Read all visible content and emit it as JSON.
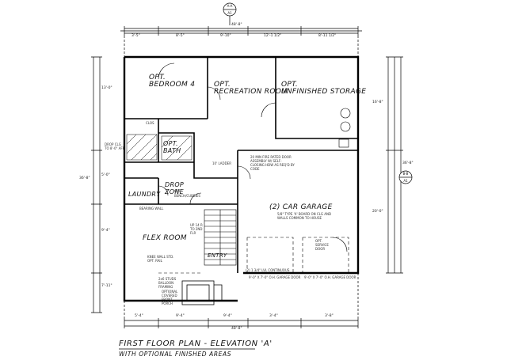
{
  "plan": {
    "title": "FIRST FLOOR PLAN - ELEVATION 'A'",
    "subtitle": "WITH OPTIONAL FINISHED AREAS",
    "overall_dims": {
      "top": "48'-8\"",
      "bottom": "48'-8\"",
      "left": "36'-8\"",
      "right": "36'-8\""
    },
    "rooms": {
      "bedroom": {
        "line1": "OPT.",
        "line2": "BEDROOM 4"
      },
      "recreation": {
        "line1": "OPT.",
        "line2": "RECREATION ROOM"
      },
      "storage": {
        "line1": "OPT.",
        "line2": "UNFINISHED STORAGE"
      },
      "bath": {
        "line1": "OPT.",
        "line2": "BATH"
      },
      "drop_zone": {
        "line1": "DROP",
        "line2": "ZONE"
      },
      "laundry": "LAUNDRY",
      "garage": "(2) CAR GARAGE",
      "flex": "FLEX ROOM",
      "entry": "ENTRY"
    },
    "notes": {
      "closet": "CLOS",
      "bench": "BENCH/CUBBIES",
      "opt": "OPT.",
      "bearing_wall": "BEARING WALL",
      "ladder": "10' LADDER",
      "fire_door": "20 MIN FIRE RATED DOOR ASSEMBLY W/ SELF-CLOSING HDW AS REQ'D BY CODE",
      "garage_note": "5/8\" TYPE 'X' BOARD ON CLG AND WALLS COMMON TO HOUSE",
      "service_door": "OPT. SERVICE DOOR",
      "garage_door_1": "9'-0\" X 7'-0\" O.H. GARAGE DOOR",
      "garage_door_2": "9'-0\" X 7'-0\" O.H. GARAGE DOOR",
      "porch": "OPTIONAL COVERED FRONT PORCH",
      "stairs": "UP 14 R TO 2ND FLR",
      "knee_wall": "KNEE WALL STD. OPT. RAIL",
      "stud_balloon": "2x6 STUDS BALLOON FRAMING",
      "lvl": "(2) 1 3/4\" LVL CONTINUOUS",
      "drop_clg": "DROP CLG TO 8'-0\" AFF"
    },
    "tags": {
      "top_section": "A-A",
      "top_sheet": "A1",
      "right_section": "B-B",
      "right_sheet": "A1"
    },
    "dim_strings": {
      "top": [
        "3'-5\"",
        "8'-5\"",
        "9'-10\"",
        "12'-1 1/2\"",
        "8'-11 1/2\""
      ],
      "bottom": [
        "5'-4\"",
        "9'-4\"",
        "9'-4\"",
        "3'-4\"",
        "3'-8\""
      ],
      "left": [
        "13'-0\"",
        "5'-0\"",
        "9'-4\"",
        "7'-11\""
      ],
      "right": [
        "16'-8\"",
        "20'-0\""
      ]
    }
  }
}
